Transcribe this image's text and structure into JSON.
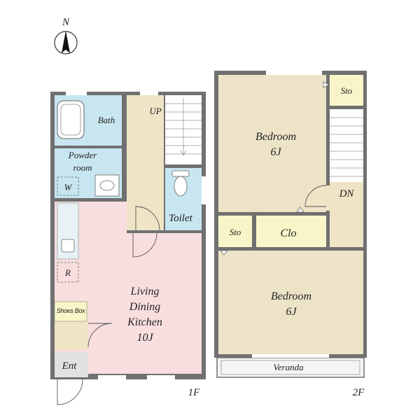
{
  "compass": {
    "label": "N"
  },
  "colors": {
    "wall": "#707070",
    "wet_area": "#c8e6f0",
    "corridor": "#efe4c6",
    "living": "#f8dede",
    "bedroom": "#ede4c8",
    "storage": "#f8f6c8",
    "entrance": "#e2e2e2",
    "veranda": "#f4f4f4"
  },
  "floor1": {
    "floor_label": "1F",
    "rooms": {
      "bath": "Bath",
      "powder_room_line1": "Powder",
      "powder_room_line2": "room",
      "washer": "W",
      "stairs_up": "UP",
      "toilet": "Toilet",
      "refrigerator": "R",
      "ldk_line1": "Living",
      "ldk_line2": "Dining",
      "ldk_line3": "Kitchen",
      "ldk_size": "10J",
      "shoes_box": "Shoes Box",
      "entrance": "Ent"
    }
  },
  "floor2": {
    "floor_label": "2F",
    "rooms": {
      "bedroom_north_line1": "Bedroom",
      "bedroom_north_size": "6J",
      "storage_north": "Sto",
      "stairs_down": "DN",
      "storage_mid": "Sto",
      "closet": "Clo",
      "bedroom_south_line1": "Bedroom",
      "bedroom_south_size": "6J",
      "veranda": "Veranda"
    }
  }
}
